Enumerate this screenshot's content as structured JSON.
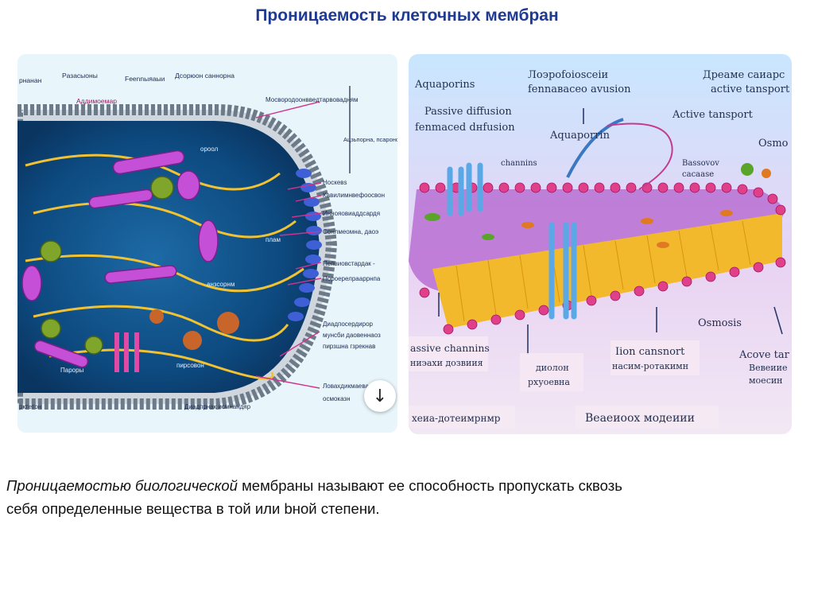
{
  "slide": {
    "title": "Проницаемость клеточных мембран",
    "paragraph": {
      "italic_lead": "Проницаемостью биологической",
      "rest_line1": " мембраны называют ее способность пропускать сквозь",
      "line2": "себя определенные вещества в той или bной степени."
    }
  },
  "cell_diagram": {
    "top_labels": [
      "рнанан",
      "Pазасыоны",
      "Feennыяaыи",
      "Дсорюон\nсаннорна"
    ],
    "top_pink_labels": [
      "Аддимоемар"
    ],
    "right_labels": [
      "Мосвородоонвведтарвовадням",
      "Aцзьпорна,\nпсароно",
      "Носкевs",
      "Кавилимнвефоосвон",
      "Иннояовиаддсардя",
      "Сонлмеомна, даоэ",
      "Пепвиовстардак -",
      "Пороерелрааррнпа",
      "Диадпосердирор",
      "мунсби даовеннаоз",
      "пирзшна гзрекнав",
      "Ловахдикмаеван",
      "осмоказн",
      "Диадпрнак исмнандяр"
    ],
    "inner_labels": [
      "ороол",
      "анзсорнм",
      "плам",
      "пирсовон",
      "Пароры",
      "рктетон"
    ],
    "scroll_button_icon": "arrow-down-icon",
    "scroll_button_glyph": "↓"
  },
  "membrane_diagram": {
    "top_labels": [
      "Aquaporins",
      "Passive diffusion",
      "fenmaced dнfusion",
      "Лоэpofoiosceiи",
      "fennaвaceo avusion",
      "Aquaporrin",
      "Дреаме саиарс",
      "active tansport",
      "Active tansport",
      "Osmo",
      "channins",
      "Bassovov",
      "cacaase"
    ],
    "bottom_labels": [
      "assive channins",
      "ниэахи дозвиия",
      "диолон",
      "рхуоевна",
      "Iion cansnort",
      "насим-ротакимн",
      "Osmosis",
      "Acove tar",
      "Bевеиие",
      "моесин",
      "хеиа-дотеимрнмр",
      "Веаеиоох модеиии"
    ]
  },
  "colors": {
    "title": "#1f3a93",
    "cell_cytoplasm": "#0e4f86",
    "membrane_head": "#e0408a",
    "membrane_tail": "#f2b92c"
  }
}
